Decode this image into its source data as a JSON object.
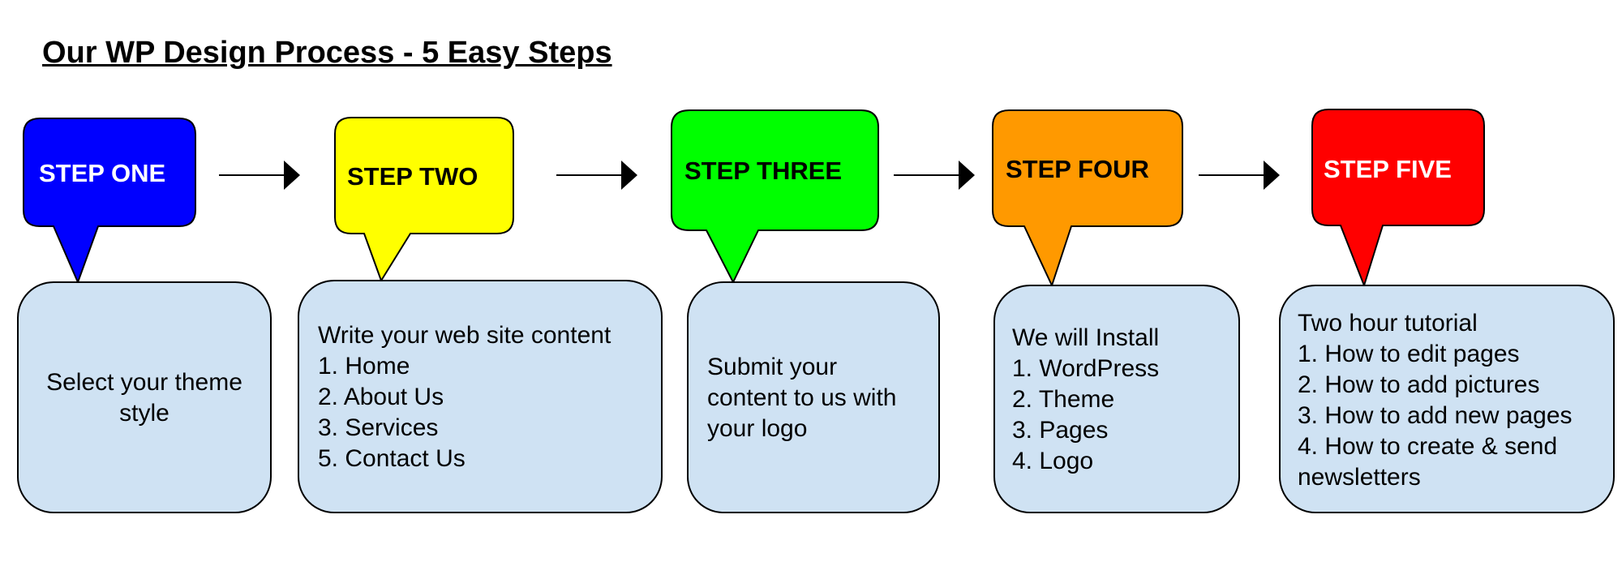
{
  "title": "Our WP Design Process - 5 Easy Steps",
  "colors": {
    "step_one": "#0000ff",
    "step_two": "#ffff00",
    "step_three": "#00ff00",
    "step_four": "#ff9900",
    "step_five": "#ff0000",
    "box_fill": "#cfe2f3",
    "outline": "#000000"
  },
  "steps": [
    {
      "label": "STEP ONE",
      "label_color": "#ffffff",
      "description": [
        "Select your theme",
        "style"
      ]
    },
    {
      "label": "STEP TWO",
      "label_color": "#000000",
      "description": [
        "Write your web site content",
        "1. Home",
        "2. About Us",
        "3. Services",
        "5. Contact Us"
      ]
    },
    {
      "label": "STEP THREE",
      "label_color": "#000000",
      "description": [
        "Submit your",
        "content to us with",
        "your logo"
      ]
    },
    {
      "label": "STEP FOUR",
      "label_color": "#000000",
      "description": [
        "We will Install",
        "1. WordPress",
        "2. Theme",
        "3. Pages",
        "4. Logo"
      ]
    },
    {
      "label": "STEP FIVE",
      "label_color": "#ffffff",
      "description": [
        "Two hour tutorial",
        "1. How to edit pages",
        "2. How to add pictures",
        "3. How to add new pages",
        "4. How to create & send",
        "newsletters"
      ]
    }
  ]
}
